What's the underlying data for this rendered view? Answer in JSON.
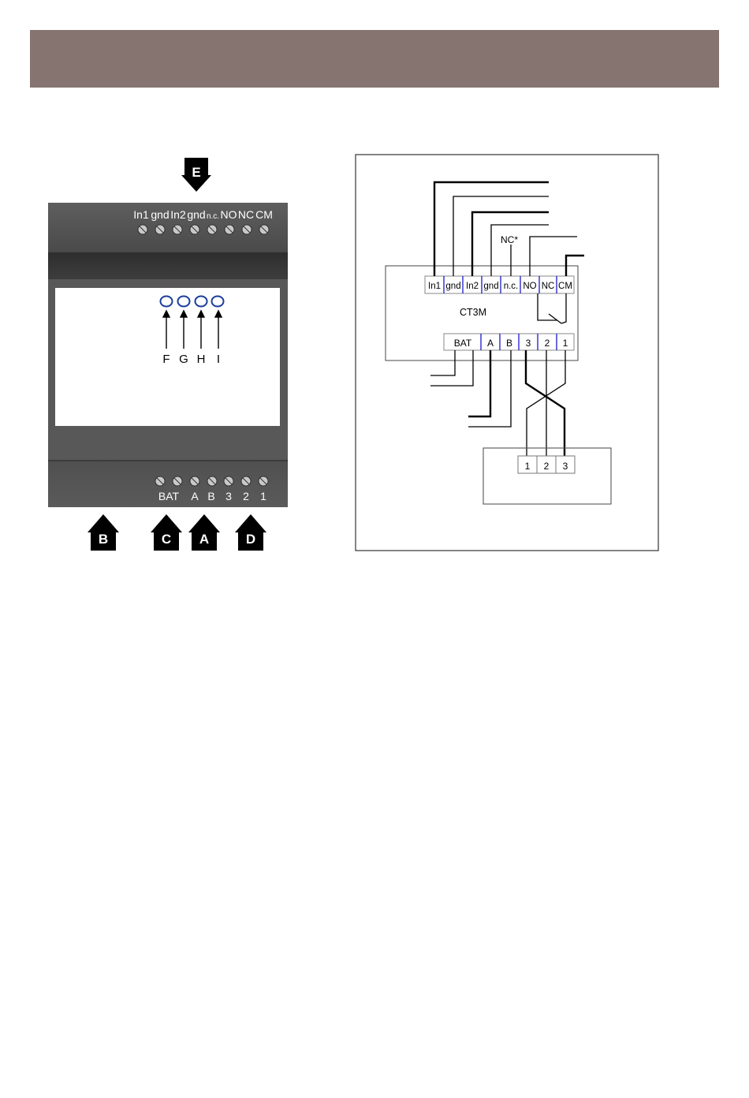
{
  "device": {
    "top_terminals": [
      "In1",
      "gnd",
      "In2",
      "gnd",
      "n.c.",
      "NO",
      "NC",
      "CM"
    ],
    "bottom_terminals": [
      "BAT",
      "A",
      "B",
      "3",
      "2",
      "1"
    ],
    "leds": [
      "F",
      "G",
      "H",
      "I"
    ],
    "arrows": {
      "top": "E",
      "bottom": [
        "B",
        "C",
        "A",
        "D"
      ]
    }
  },
  "schematic": {
    "module_label": "CT3M",
    "top_terminals": [
      "In1",
      "gnd",
      "In2",
      "gnd",
      "n.c.",
      "NO",
      "NC",
      "CM"
    ],
    "bottom_terminals": [
      "BAT",
      "A",
      "B",
      "3",
      "2",
      "1"
    ],
    "nc_note": "NC*",
    "sub_terminals": [
      "1",
      "2",
      "3"
    ]
  }
}
